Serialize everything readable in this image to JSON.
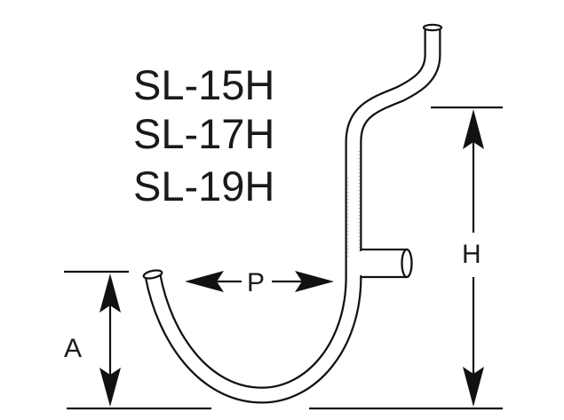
{
  "models": [
    "SL-15H",
    "SL-17H",
    "SL-19H"
  ],
  "dimensions": {
    "height_label": "H",
    "projection_label": "P",
    "lip_label": "A"
  },
  "colors": {
    "ink": "#111111",
    "paper": "#ffffff"
  }
}
